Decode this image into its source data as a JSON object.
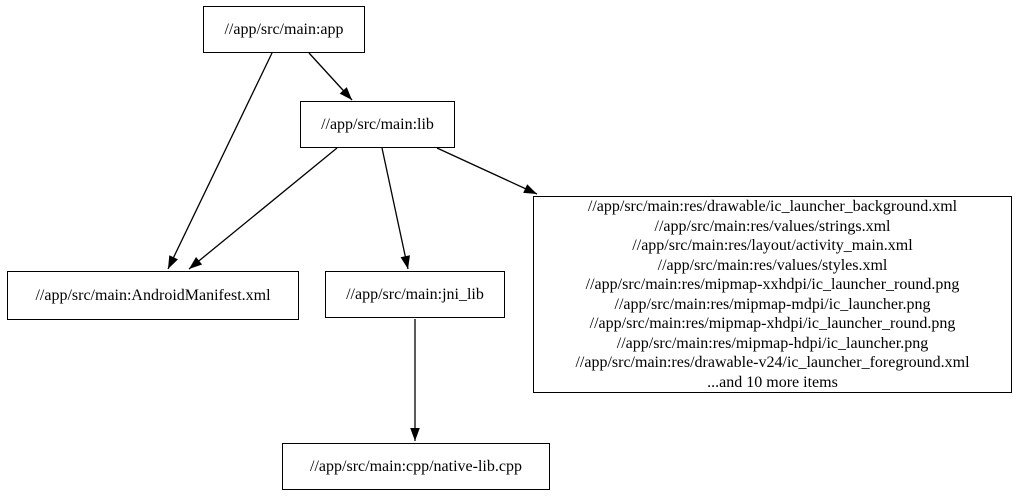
{
  "diagram": {
    "type": "dependency-graph",
    "background_color": "#ffffff",
    "node_border_color": "#000000",
    "node_fill_color": "#ffffff",
    "edge_color": "#000000",
    "text_color": "#000000",
    "nodes": {
      "app": {
        "label": "//app/src/main:app"
      },
      "lib": {
        "label": "//app/src/main:lib"
      },
      "android_manifest": {
        "label": "//app/src/main:AndroidManifest.xml"
      },
      "jni_lib": {
        "label": "//app/src/main:jni_lib"
      },
      "native_lib": {
        "label": "//app/src/main:cpp/native-lib.cpp"
      },
      "res_group": {
        "lines": [
          "//app/src/main:res/drawable/ic_launcher_background.xml",
          "//app/src/main:res/values/strings.xml",
          "//app/src/main:res/layout/activity_main.xml",
          "//app/src/main:res/values/styles.xml",
          "//app/src/main:res/mipmap-xxhdpi/ic_launcher_round.png",
          "//app/src/main:res/mipmap-mdpi/ic_launcher.png",
          "//app/src/main:res/mipmap-xhdpi/ic_launcher_round.png",
          "//app/src/main:res/mipmap-hdpi/ic_launcher.png",
          "//app/src/main:res/drawable-v24/ic_launcher_foreground.xml",
          "...and 10 more items"
        ]
      }
    },
    "edges": [
      {
        "from": "app",
        "to": "lib"
      },
      {
        "from": "app",
        "to": "android_manifest"
      },
      {
        "from": "lib",
        "to": "android_manifest"
      },
      {
        "from": "lib",
        "to": "jni_lib"
      },
      {
        "from": "lib",
        "to": "res_group"
      },
      {
        "from": "jni_lib",
        "to": "native_lib"
      }
    ]
  }
}
